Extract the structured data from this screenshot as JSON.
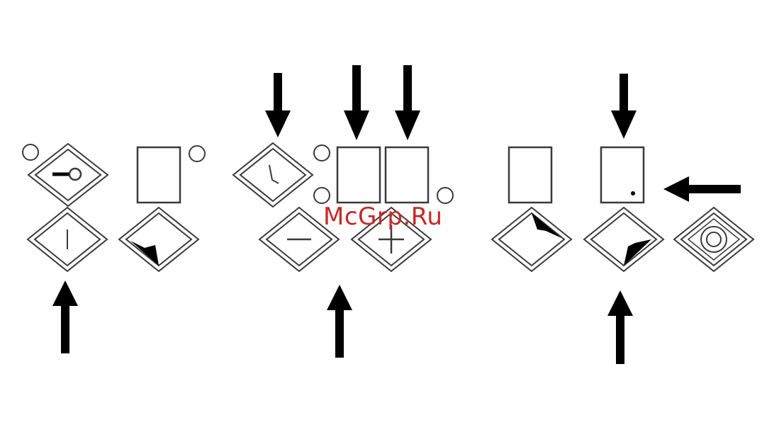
{
  "watermark": {
    "text": "McGrp.Ru",
    "color": "#c62828"
  },
  "colors": {
    "line": "#3a3a3a",
    "arrow": "#000000",
    "background": "#ffffff"
  },
  "symbols": [
    "diamond-key-icon",
    "diamond-vertical-line-icon",
    "rectangle-icon",
    "diamond-lower-left-wedge-icon",
    "diamond-clock-icon",
    "diamond-minus-icon",
    "rectangle-icon",
    "rectangle-icon",
    "diamond-plus-icon",
    "rectangle-icon",
    "diamond-upper-right-wedge-icon",
    "rectangle-dot-icon",
    "diamond-lower-right-wedge-icon",
    "diamond-concentric-circles-icon"
  ],
  "arrows": [
    "down",
    "down",
    "down",
    "down",
    "left",
    "up",
    "up",
    "up"
  ],
  "small_circles": 5
}
